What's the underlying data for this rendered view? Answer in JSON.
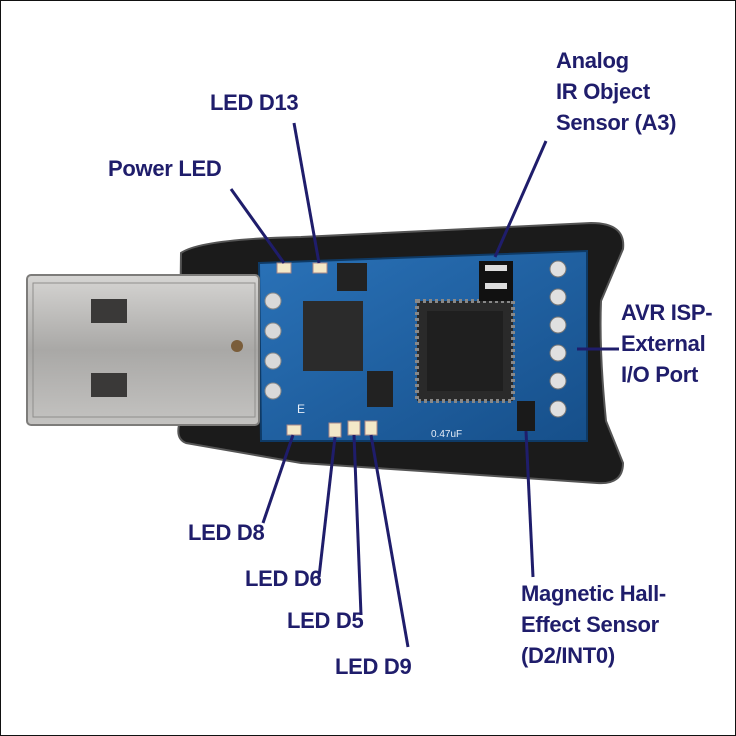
{
  "colors": {
    "label": "#1f1d6b",
    "leader": "#1f1d6b",
    "pcb": "#1a5fa0",
    "usb_metal": "#b9b8b6",
    "case": "#1b1b1b"
  },
  "board": {
    "silkscreen_value": "0.47uF",
    "silkscreen_mark": "E"
  },
  "labels": {
    "led_d13": "LED D13",
    "power_led": "Power LED",
    "ir_sensor": "Analog\nIR Object\nSensor (A3)",
    "avr_isp": "AVR ISP-\nExternal\nI/O Port",
    "led_d8": "LED D8",
    "led_d6": "LED D6",
    "led_d5": "LED D5",
    "led_d9": "LED D9",
    "hall_sensor": "Magnetic Hall-\nEffect Sensor\n(D2/INT0)"
  }
}
